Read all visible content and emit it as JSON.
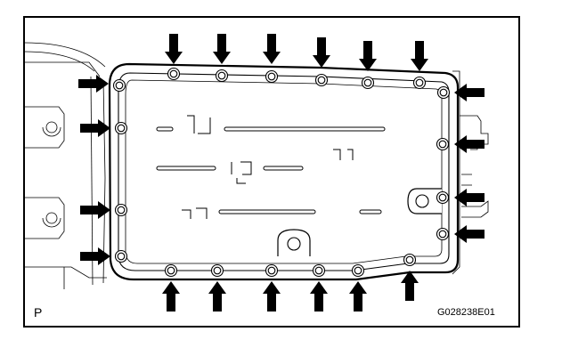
{
  "figure": {
    "orientation_mark": "P",
    "figure_id": "G028238E01",
    "arrow_color": "#000000",
    "line_color": "#000000",
    "background": "#ffffff",
    "bolt_count": 20,
    "arrow_count": 20
  }
}
